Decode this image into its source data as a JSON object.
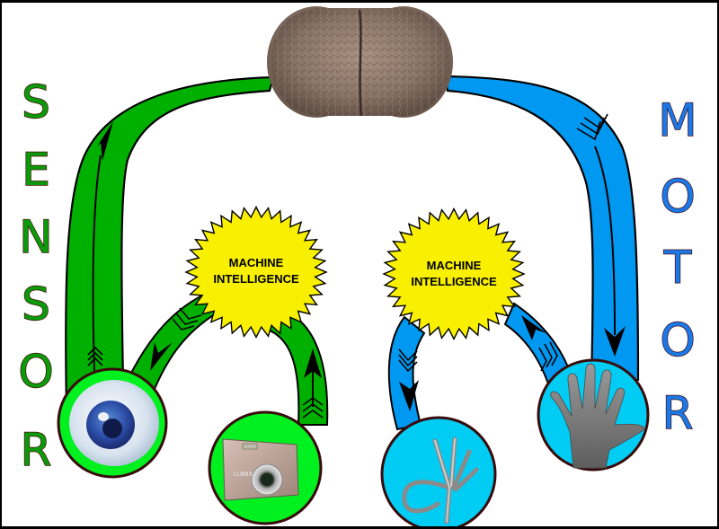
{
  "title": "Sensor / Motor machine intelligence diagram",
  "colors": {
    "sensor": "#00b000",
    "sensor_circle": "#00f020",
    "motor": "#0098f0",
    "motor_circle": "#00ccf4",
    "burst": "#f8f000",
    "letter_outline": "#4a0a0a"
  },
  "left_label": {
    "word": "SENSOR",
    "letters": [
      "S",
      "E",
      "N",
      "S",
      "O",
      "R"
    ]
  },
  "right_label": {
    "word": "MOTOR",
    "letters": [
      "M",
      "O",
      "T",
      "O",
      "R"
    ]
  },
  "center": {
    "image": "brain-image",
    "description": "Brain (top view)"
  },
  "bursts": [
    {
      "line1": "MACHINE",
      "line2": "INTELLIGENCE"
    },
    {
      "line1": "MACHINE",
      "line2": "INTELLIGENCE"
    }
  ],
  "nodes": [
    {
      "id": "eye",
      "icon": "eye-icon",
      "group": "sensor"
    },
    {
      "id": "camera",
      "icon": "camera-icon",
      "group": "sensor",
      "brand": "LUMIX"
    },
    {
      "id": "robot-hand",
      "icon": "robot-hand-icon",
      "group": "motor"
    },
    {
      "id": "human-hand",
      "icon": "human-hand-icon",
      "group": "motor"
    }
  ],
  "flows": [
    {
      "from": "eye",
      "to": "brain",
      "direction": "up"
    },
    {
      "from": "brain",
      "to": "human-hand",
      "direction": "down"
    },
    {
      "from": "burst-left",
      "to": "eye",
      "direction": "down"
    },
    {
      "from": "camera",
      "to": "burst-left",
      "direction": "up"
    },
    {
      "from": "burst-right",
      "to": "robot-hand",
      "direction": "down"
    },
    {
      "from": "human-hand",
      "to": "burst-right",
      "direction": "up"
    }
  ]
}
